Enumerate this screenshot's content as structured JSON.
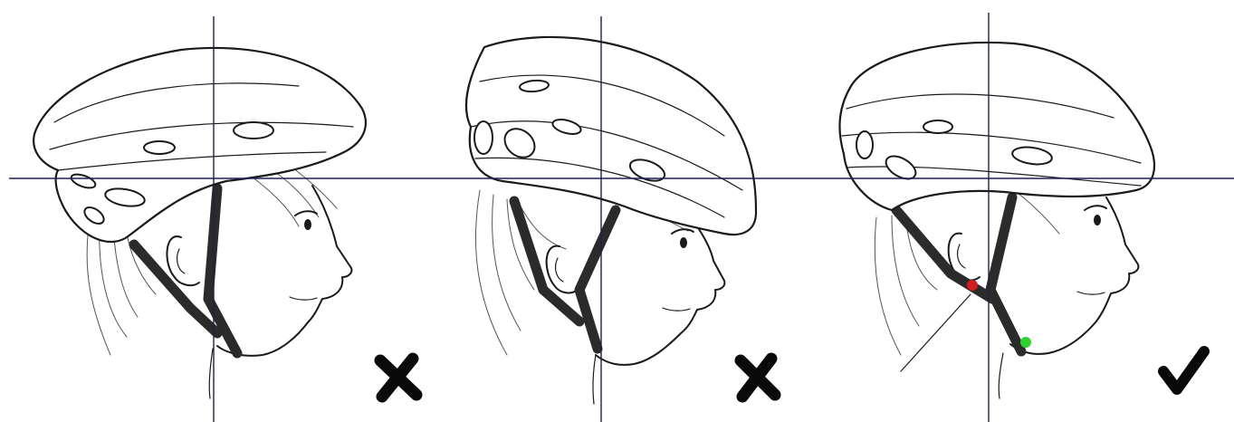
{
  "panels": [
    {
      "id": "too-far-back",
      "verdict": "incorrect",
      "mark": "cross"
    },
    {
      "id": "too-far-forward",
      "verdict": "incorrect",
      "mark": "cross"
    },
    {
      "id": "correct-fit",
      "verdict": "correct",
      "mark": "check",
      "buckle_markers": [
        {
          "name": "red",
          "color": "#d11f1f"
        },
        {
          "name": "green",
          "color": "#2fd12f"
        }
      ]
    }
  ],
  "colors": {
    "guide_lines": "#1c1f5c",
    "ink": "#1a1a1a",
    "strap": "#2b2b2b",
    "mark": "#0a0a0a"
  }
}
